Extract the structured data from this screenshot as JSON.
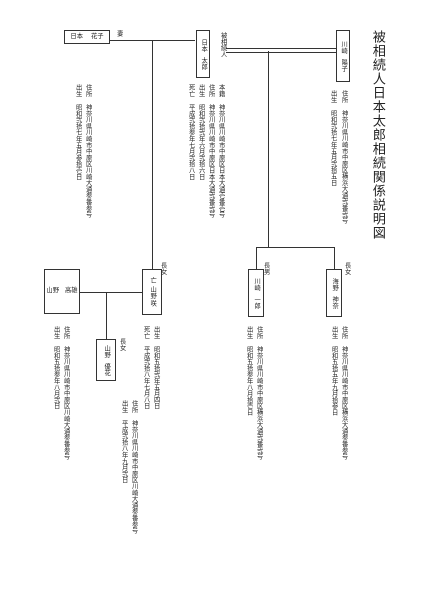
{
  "title": "被相続人日本太郎相続関係説明図",
  "deceased_label": "被相続人",
  "wife_label": "妻",
  "labels": {
    "juusho": "住所",
    "honseki": "本籍",
    "shusshou": "出生",
    "shibou": "死亡",
    "choujo": "長女",
    "chounan": "長男"
  },
  "persons": {
    "kawasaki_yoko": {
      "name1": "川崎",
      "name2": "陽子",
      "address": "神奈川県川崎市中原区横浜大通弐番弐号",
      "birth": "昭和弐拾七年五月弐拾五日"
    },
    "nihon_taro": {
      "name1": "日本",
      "name2": "太郎",
      "honseki": "神奈川県川崎市中原区日本大通壱番壱号",
      "address": "神奈川県川崎市中原区日本大通弐番弐号",
      "birth": "昭和弐拾弐年六月弐拾六日",
      "death": "平成弐拾参年七月弐拾八日"
    },
    "nihon_hanako": {
      "name1": "日本",
      "name2": "花子",
      "address": "神奈川県川崎市中原区川崎大通参番参号",
      "birth": "昭和弐拾七年五月参拾壱日"
    },
    "yamano_shu": {
      "prefix": "亡",
      "name1": "山野",
      "name2": "咲",
      "birth": "昭和五拾弐年五月四日",
      "death": "平成弐拾八年七月八日"
    },
    "kawasaki_ichiro": {
      "name1": "川崎",
      "name2": "一郎",
      "address": "神奈川県川崎市中原区横浜大通弐番弐号",
      "birth": "昭和五拾参年八月拾壱日"
    },
    "umino_kanna": {
      "name1": "海野",
      "name2": "神奈",
      "address": "神奈川県川崎市中原区横浜大通参番参号",
      "birth": "昭和五拾五年九月拾参日"
    },
    "yamano_takao": {
      "name1": "山野",
      "name2": "高雄",
      "address": "神奈川県川崎市中原区川崎大通参番参号",
      "birth": "昭和五拾参年八月弐日"
    },
    "yamano_yuka": {
      "name1": "山野",
      "name2": "優花",
      "address": "神奈川県川崎市中原区川崎大通参番参号",
      "birth": "平成弐拾八年九月弐日"
    }
  }
}
